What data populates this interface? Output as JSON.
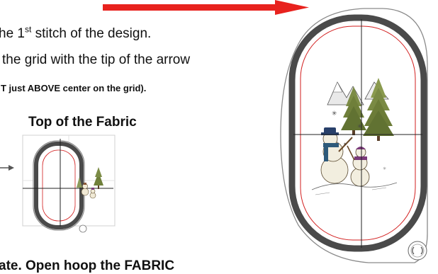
{
  "instructions": {
    "line1_pre": "he 1",
    "line1_sup": "st",
    "line1_post": " stitch of the design.",
    "line2": "the grid with the tip of the arrow",
    "line3": "T just ABOVE center on the grid)."
  },
  "small_diagram": {
    "label": "Top of the Fabric"
  },
  "caption": "ate.  Open hoop the FABRIC",
  "colors": {
    "arrow": "#e8221e",
    "hoop_frame": "#4a4a4a",
    "hoop_border": "#8a8a8a",
    "stitch_outline": "#d21e1e",
    "grid_line": "#222222",
    "snowman_hat": "#28406a",
    "tree": "#6f7f3a"
  },
  "icons": {
    "pointer_arrow": "arrow-right-icon",
    "hoop_dial": "dial-icon",
    "side_arrow": "arrow-right-icon"
  }
}
